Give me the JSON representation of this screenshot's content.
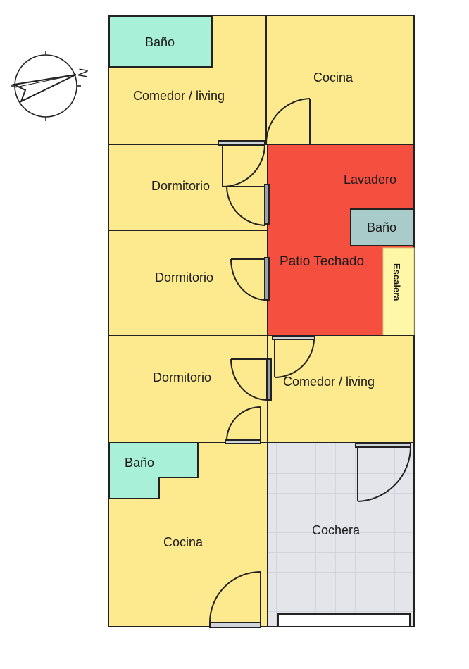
{
  "colors": {
    "room": "#fde98e",
    "bath": "#a8f0d8",
    "bath_grey": "#a9cccb",
    "patio": "#f44f3f",
    "stairs": "#fff7a8",
    "garage": "#dfe1e6",
    "wall": "#222222"
  },
  "rooms": {
    "bano_top": "Baño",
    "comedor_top": "Comedor / living",
    "cocina_top": "Cocina",
    "dormitorio_1": "Dormitorio",
    "lavadero": "Lavadero",
    "bano_patio": "Baño",
    "patio": "Patio Techado",
    "escalera": "Escalera",
    "dormitorio_2": "Dormitorio",
    "dormitorio_3": "Dormitorio",
    "comedor_bottom": "Comedor / living",
    "bano_bottom": "Baño",
    "cocina_bottom": "Cocina",
    "cochera": "Cochera"
  },
  "compass": {
    "north_letter": "N"
  }
}
